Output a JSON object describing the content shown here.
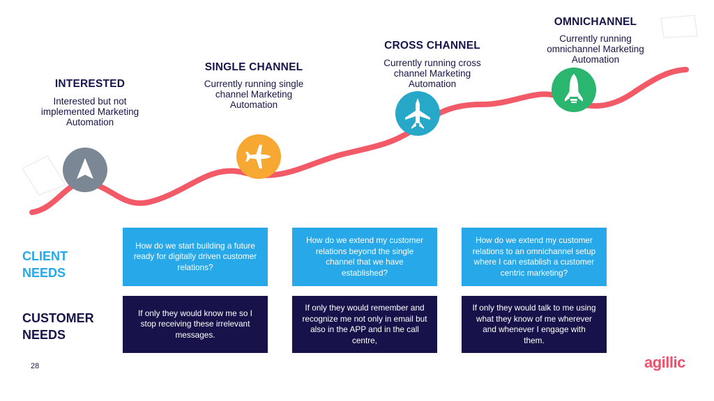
{
  "stages": [
    {
      "title": "INTERESTED",
      "description_lines": [
        "Interested but not",
        "implemented Marketing",
        "Automation"
      ],
      "icon": "arrowhead-icon",
      "color": "#7b8795"
    },
    {
      "title": "SINGLE CHANNEL",
      "description_lines": [
        "Currently running single",
        "channel Marketing",
        "Automation"
      ],
      "icon": "airplane-icon",
      "color": "#f7a833"
    },
    {
      "title": "CROSS CHANNEL",
      "description_lines": [
        "Currently running cross",
        "channel Marketing",
        "Automation"
      ],
      "icon": "jet-icon",
      "color": "#27a8c8"
    },
    {
      "title": "OMNICHANNEL",
      "description_lines": [
        "Currently running",
        "omnichannel Marketing",
        "Automation"
      ],
      "icon": "rocket-icon",
      "color": "#2ab66e"
    }
  ],
  "rows": {
    "client_needs": {
      "label_lines": [
        "CLIENT",
        "NEEDS"
      ],
      "color": "#27a8e9"
    },
    "customer_needs": {
      "label_lines": [
        "CUSTOMER",
        "NEEDS"
      ],
      "color": "#16154a"
    }
  },
  "client_boxes": [
    "How do we start building a future ready for digitally driven customer relations?",
    "How do we extend my  customer relations beyond the single channel that we have established?",
    "How do we extend my  customer relations to an omnichannel setup where I can establish a customer centric marketing?"
  ],
  "customer_boxes": [
    "If only they would know me so I stop receiving these irrelevant messages.",
    "If only they would remember and recognize me not only in email but also in the APP and in the call centre,",
    "If only they would talk to me using what they know of me wherever and whenever I engage with them."
  ],
  "curve_color": "#f25a68",
  "page_number": "28",
  "logo_text": "agillic"
}
